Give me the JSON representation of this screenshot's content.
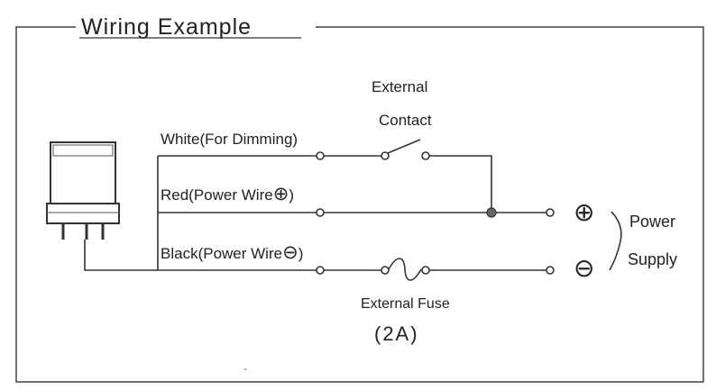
{
  "diagram": {
    "title": "Wiring Example",
    "wires": {
      "white": "White(For Dimming)",
      "red": "Red(Power Wire",
      "red_close": ")",
      "black": "Black(Power Wire",
      "black_close": ")"
    },
    "contact": {
      "line1": "External",
      "line2": "Contact"
    },
    "fuse": {
      "label": "External Fuse",
      "rating": "(2A)"
    },
    "supply": {
      "plus": "⊕",
      "minus": "⊖",
      "line1": "Power",
      "line2": "Supply"
    }
  }
}
